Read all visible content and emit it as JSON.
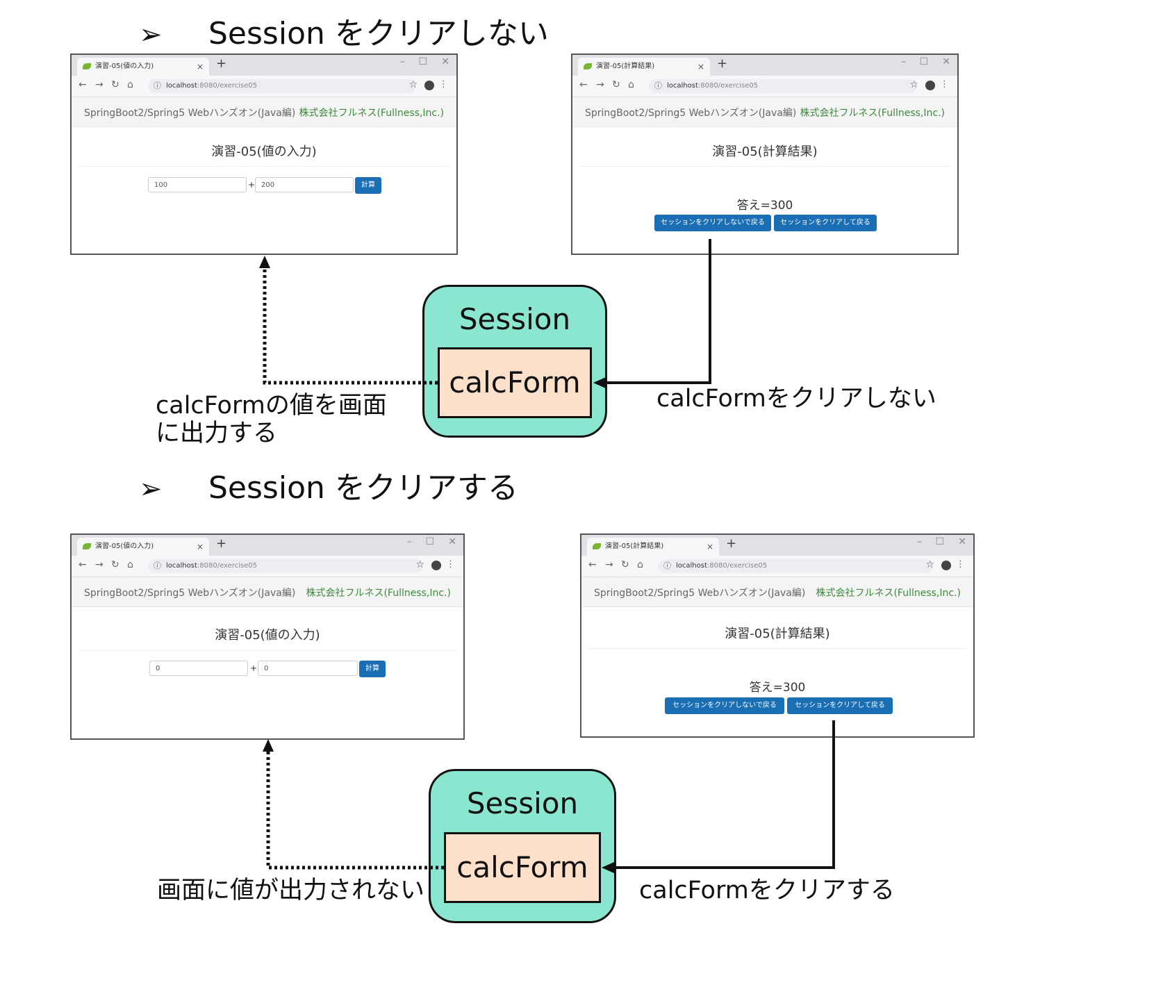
{
  "sections": [
    {
      "heading": "Session をクリアしない",
      "input_window": {
        "tab_title": "演習-05(値の入力)",
        "url_host": "localhost",
        "url_path": ":8080/exercise05",
        "brand": "SpringBoot2/Spring5 Webハンズオン(Java編)",
        "company": "株式会社フルネス(Fullness,Inc.)",
        "page_title": "演習-05(値の入力)",
        "input1": "100",
        "plus": "+",
        "input2": "200",
        "calc_button": "計算"
      },
      "result_window": {
        "tab_title": "演習-05(計算結果)",
        "url_host": "localhost",
        "url_path": ":8080/exercise05",
        "brand": "SpringBoot2/Spring5 Webハンズオン(Java編)",
        "company": "株式会社フルネス(Fullness,Inc.)",
        "page_title": "演習-05(計算結果)",
        "answer": "答え=300",
        "back_no_clear_button": "セッションをクリアしないで戻る",
        "back_clear_button": "セッションをクリアして戻る"
      },
      "session_label": "Session",
      "calcform_label": "calcForm",
      "left_annotation": [
        "calcFormの値を画面",
        "に出力する"
      ],
      "right_annotation": "calcFormをクリアしない"
    },
    {
      "heading": "Session をクリアする",
      "input_window": {
        "tab_title": "演習-05(値の入力)",
        "url_host": "localhost",
        "url_path": ":8080/exercise05",
        "brand": "SpringBoot2/Spring5 Webハンズオン(Java編)",
        "company": "株式会社フルネス(Fullness,Inc.)",
        "page_title": "演習-05(値の入力)",
        "input1": "0",
        "plus": "+",
        "input2": "0",
        "calc_button": "計算"
      },
      "result_window": {
        "tab_title": "演習-05(計算結果)",
        "url_host": "localhost",
        "url_path": ":8080/exercise05",
        "brand": "SpringBoot2/Spring5 Webハンズオン(Java編)",
        "company": "株式会社フルネス(Fullness,Inc.)",
        "page_title": "演習-05(計算結果)",
        "answer": "答え=300",
        "back_no_clear_button": "セッションをクリアしないで戻る",
        "back_clear_button": "セッションをクリアして戻る"
      },
      "session_label": "Session",
      "calcform_label": "calcForm",
      "left_annotation": [
        "画面に値が出力されない"
      ],
      "right_annotation": "calcFormをクリアする"
    }
  ],
  "ui": {
    "bullet": "➢",
    "tab_close": "×",
    "new_tab": "+",
    "minimize": "–",
    "maximize": "☐",
    "close": "✕",
    "back": "←",
    "forward": "→",
    "reload": "↻",
    "home": "⌂",
    "info": "ⓘ",
    "star": "☆",
    "menu": "⋮"
  },
  "colors": {
    "session_fill": "#8be6cf",
    "calcform_fill": "#fde0c9",
    "button_blue": "#1a6eb4",
    "company_green": "#3c8a3c"
  }
}
